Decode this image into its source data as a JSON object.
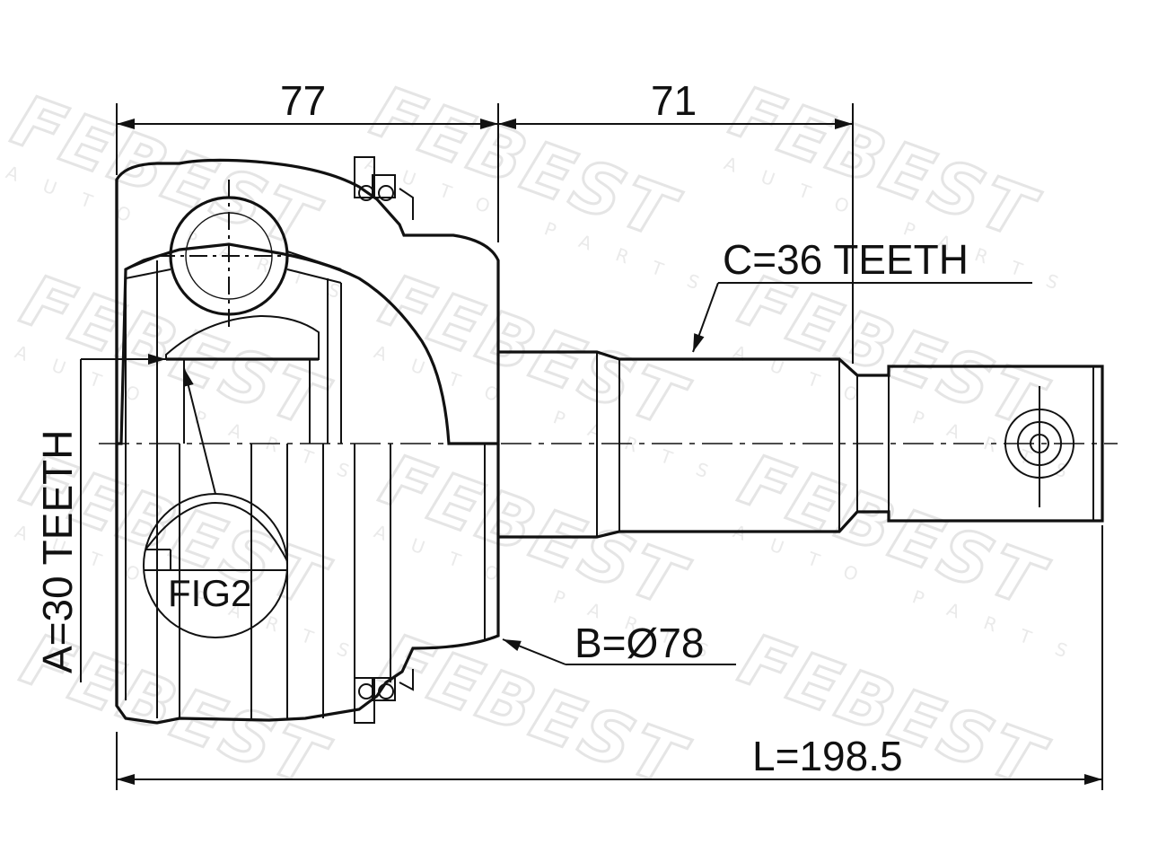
{
  "watermark": {
    "brand": "FEBEST",
    "subtitle": "AUTO PARTS"
  },
  "dimensions": {
    "housing_length": "77",
    "shaft_length": "71",
    "outer_teeth": "C=36 TEETH",
    "inner_teeth": "A=30 TEETH",
    "diameter": "B=Ø78",
    "total_length": "L=198.5"
  },
  "figure_label": "FIG2"
}
